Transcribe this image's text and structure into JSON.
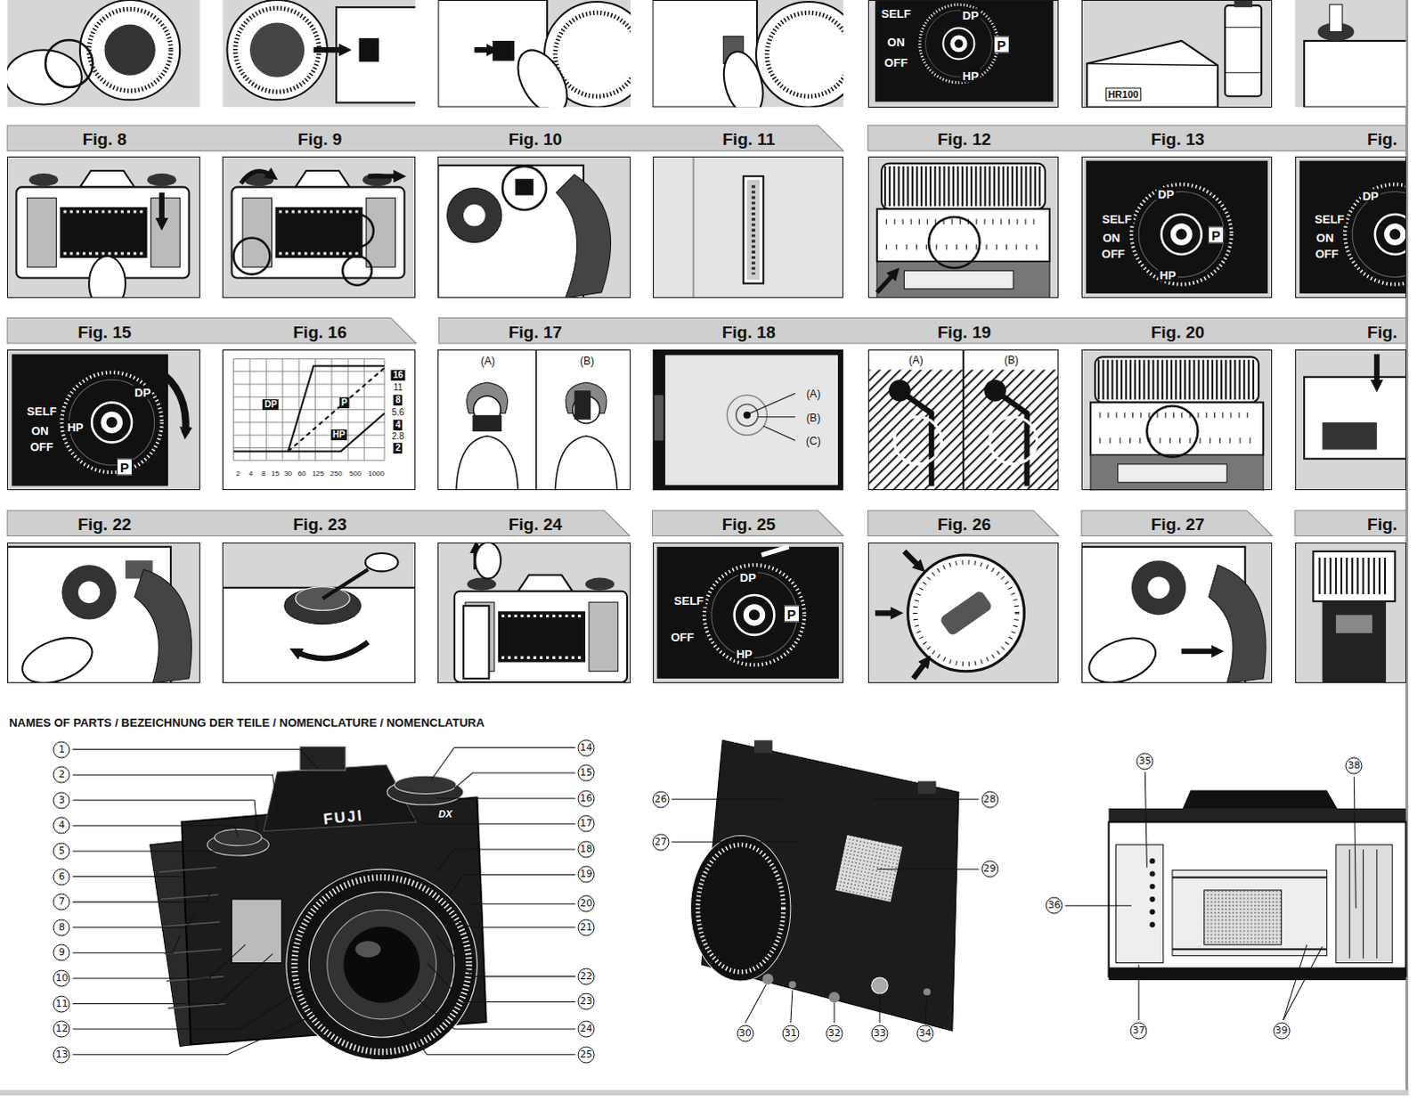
{
  "diagram": {
    "nodes": [
      {
        "text": [
          "SELF",
          "ON",
          "OFF",
          "DP",
          "P",
          "HP"
        ]
      },
      {
        "text": [
          "HR100"
        ]
      },
      {
        "text": [
          "Fig. 8"
        ]
      },
      {
        "text": [
          "Fig. 9"
        ]
      },
      {
        "text": [
          "Fig. 10"
        ]
      },
      {
        "text": [
          "Fig. 11"
        ]
      },
      {
        "text": [
          "Fig. 12"
        ]
      },
      {
        "text": [
          "Fig. 13",
          "SELF",
          "ON",
          "OFF",
          "DP",
          "P",
          "HP"
        ]
      },
      {
        "text": [
          "Fig.",
          "SELF",
          "ON",
          "OFF",
          "DP"
        ]
      },
      {
        "text": [
          "Fig. 15",
          "SELF",
          "ON",
          "OFF",
          "HP",
          "DP",
          "P"
        ]
      },
      {
        "text": [
          "Fig. 16",
          "DP",
          "P",
          "HP",
          "16",
          "11",
          "8",
          "5.6",
          "4",
          "2.8",
          "2",
          "2",
          "4",
          "8",
          "15",
          "30",
          "60",
          "125",
          "250",
          "500",
          "1000"
        ]
      },
      {
        "text": [
          "Fig. 17",
          "(A)",
          "(B)"
        ]
      },
      {
        "text": [
          "Fig. 18",
          "(A)",
          "(B)",
          "(C)"
        ]
      },
      {
        "text": [
          "Fig. 19",
          "(A)",
          "(B)"
        ]
      },
      {
        "text": [
          "Fig. 20"
        ]
      },
      {
        "text": [
          "Fig."
        ]
      },
      {
        "text": [
          "Fig. 22"
        ]
      },
      {
        "text": [
          "Fig. 23"
        ]
      },
      {
        "text": [
          "Fig. 24"
        ]
      },
      {
        "text": [
          "Fig. 25",
          "SELF",
          "OFF",
          "DP",
          "P",
          "HP"
        ]
      },
      {
        "text": [
          "Fig. 26"
        ]
      },
      {
        "text": [
          "Fig. 27"
        ]
      },
      {
        "text": [
          "Fig."
        ]
      }
    ],
    "labels": [
      "NAMES OF PARTS / BEZEICHNUNG DER TEILE / NOMENCLATURE / NOMENCLATURA",
      "FUJI",
      "DX",
      "1",
      "2",
      "3",
      "4",
      "5",
      "6",
      "7",
      "8",
      "9",
      "10",
      "11",
      "12",
      "13",
      "14",
      "15",
      "16",
      "17",
      "18",
      "19",
      "20",
      "21",
      "22",
      "23",
      "24",
      "25",
      "26",
      "27",
      "28",
      "29",
      "30",
      "31",
      "32",
      "33",
      "34",
      "35",
      "36",
      "37",
      "38",
      "39"
    ]
  }
}
